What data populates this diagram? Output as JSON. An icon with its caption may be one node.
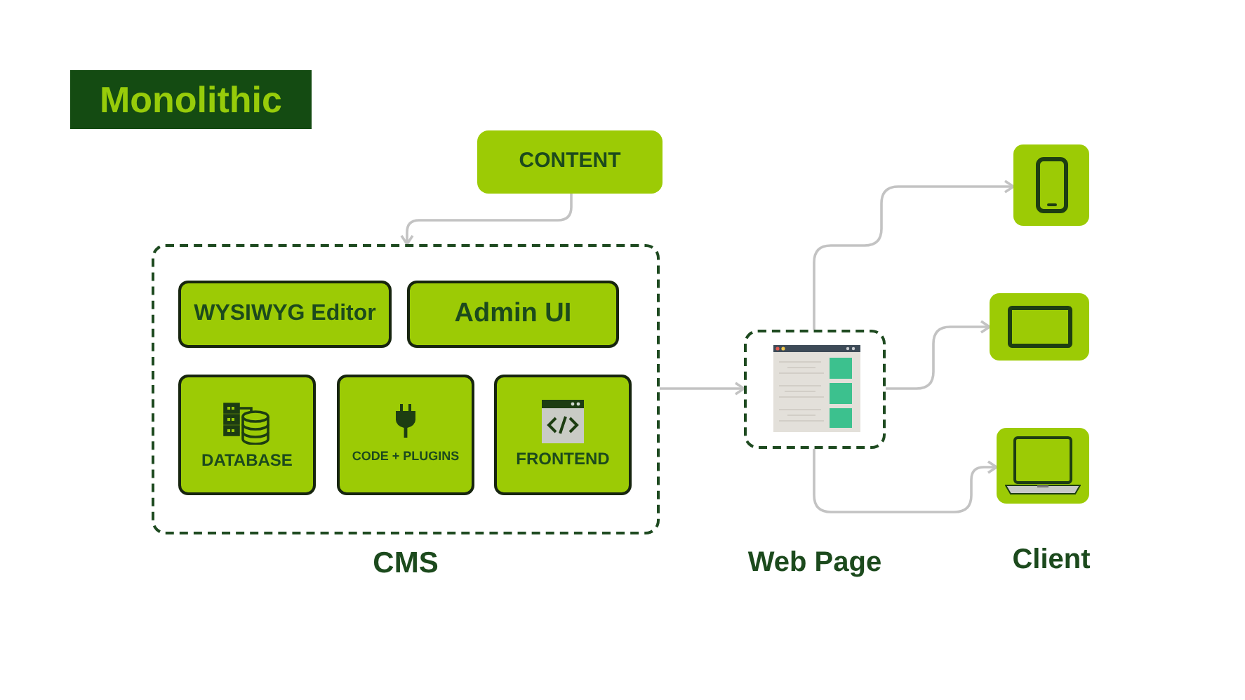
{
  "diagram": {
    "title": "Monolithic",
    "nodes": [
      {
        "text": [
          "CONTENT"
        ]
      },
      {
        "text": [
          "CMS"
        ]
      },
      {
        "text": [
          "WYSIWYG Editor"
        ],
        "in": 1
      },
      {
        "text": [
          "Admin UI"
        ],
        "in": 1
      },
      {
        "text": [
          "DATABASE"
        ],
        "in": 1
      },
      {
        "text": [
          "CODE + PLUGINS"
        ],
        "in": 1
      },
      {
        "text": [
          "FRONTEND"
        ],
        "in": 1
      },
      {
        "text": [
          "Web Page"
        ]
      },
      {
        "text": [],
        "shape": "box"
      },
      {
        "text": [],
        "shape": "box"
      },
      {
        "text": [],
        "shape": "box"
      }
    ],
    "edges": [
      {
        "from": 0,
        "to": 1,
        "arrow": "to"
      },
      {
        "from": 1,
        "to": 7,
        "arrow": "to"
      },
      {
        "from": 7,
        "to": 8,
        "arrow": "to"
      },
      {
        "from": 7,
        "to": 9,
        "arrow": "to"
      },
      {
        "from": 7,
        "to": 10,
        "arrow": "to"
      }
    ],
    "labels": [
      "Client"
    ]
  }
}
